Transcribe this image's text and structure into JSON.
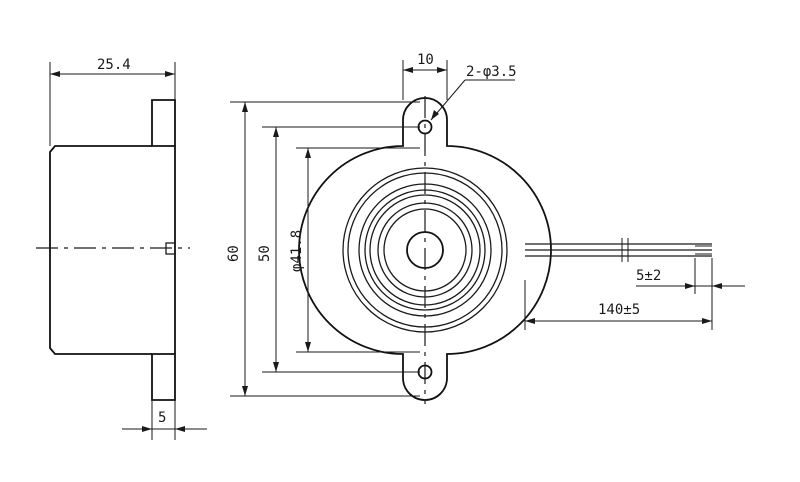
{
  "drawing": {
    "dimensions": {
      "side_depth": "25.4",
      "tab_width": "5",
      "hole_spacing": "10",
      "hole_callout": "2-φ3.5",
      "overall_height": "60",
      "mount_spacing": "50",
      "body_diameter": "φ41.8",
      "lead_strip": "5±2",
      "lead_length": "140±5"
    }
  }
}
